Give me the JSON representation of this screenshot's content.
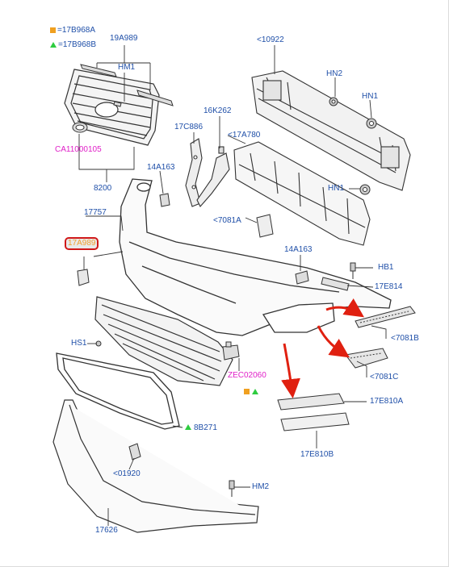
{
  "legend": {
    "items": [
      {
        "symbol": "square",
        "color": "#f0a020",
        "text": "=17B968A"
      },
      {
        "symbol": "triangle",
        "color": "#2ecc40",
        "text": "=17B968B"
      }
    ]
  },
  "labels": {
    "p19A989": "19A989",
    "pHM1": "HM1",
    "p10922": "<10922",
    "pHN2": "HN2",
    "pHN1a": "HN1",
    "p16K262": "16K262",
    "p17C886": "17C886",
    "p17A780": "<17A780",
    "pCA11000105": "CA11000105",
    "p14A163a": "14A163",
    "pHN1b": "HN1",
    "p8200": "8200",
    "p17757": "17757",
    "p7081A": "<7081A",
    "p17A989": "17A989",
    "p14A163b": "14A163",
    "pHB1": "HB1",
    "p17E814": "17E814",
    "pHS1": "HS1",
    "p7081B": "<7081B",
    "pZEC02060": "ZEC02060",
    "p7081C": "<7081C",
    "p8B271": "8B271",
    "p17E810A": "17E810A",
    "p17E810B": "17E810B",
    "p01920": "<01920",
    "pHM2": "HM2",
    "p17626": "17626"
  },
  "colors": {
    "label_blue": "#1f4fa8",
    "label_magenta": "#e020c8",
    "highlight_border": "#d01818",
    "arrow_red": "#e02010",
    "line": "#333333"
  }
}
